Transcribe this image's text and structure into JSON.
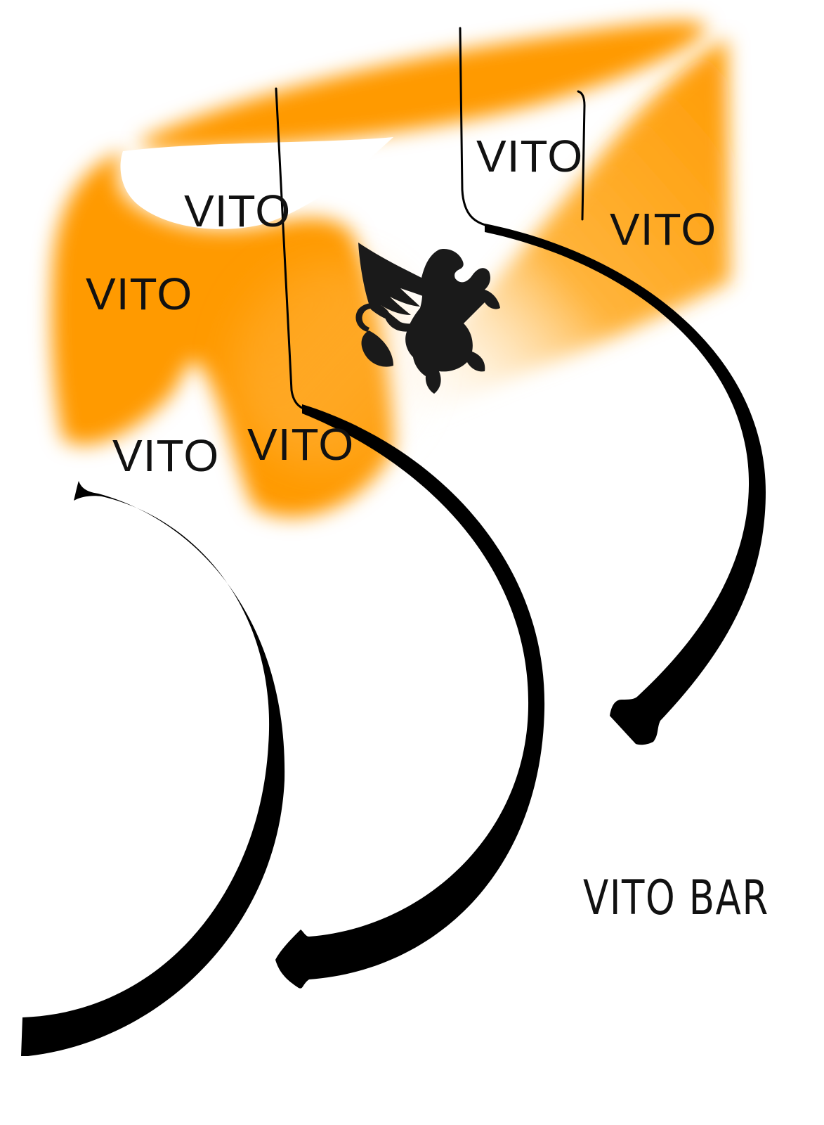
{
  "poster": {
    "labels": [
      "VITO",
      "VITO",
      "VITO",
      "VITO",
      "VITO",
      "VITO"
    ],
    "brand_name": "VITO BAR"
  },
  "logo": {
    "icon": "griffin-icon"
  },
  "colors": {
    "accent": "#ff9a00",
    "ink": "#111111",
    "background": "#ffffff"
  }
}
